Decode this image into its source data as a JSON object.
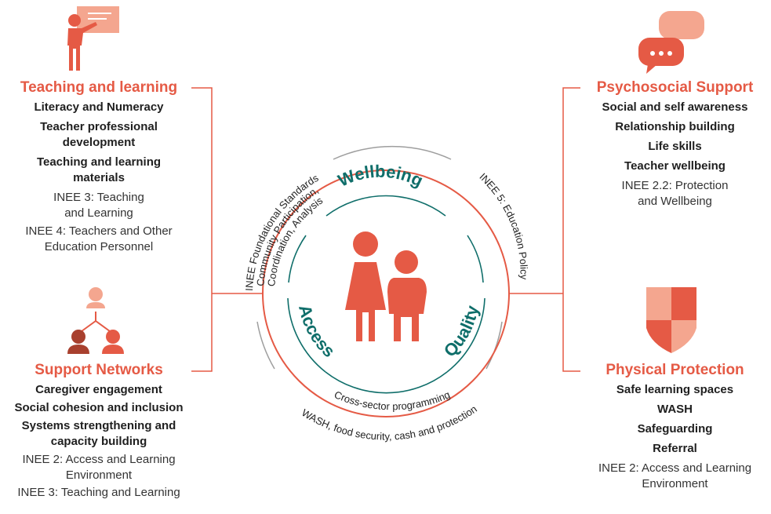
{
  "teaching": {
    "title": "Teaching and learning",
    "items": [
      "Literacy and Numeracy",
      "Teacher professional development",
      "Teaching and learning materials"
    ],
    "refs": [
      "INEE 3: Teaching and Learning",
      "INEE 4: Teachers and Other Education Personnel"
    ]
  },
  "support": {
    "title": "Support Networks",
    "items": [
      "Caregiver engagement",
      "Social cohesion and inclusion",
      "Systems strengthening and capacity building"
    ],
    "refs": [
      "INEE 2: Access and Learning Environment",
      "INEE 3: Teaching and Learning"
    ]
  },
  "psychosocial": {
    "title": "Psychosocial Support",
    "items": [
      "Social and self awareness",
      "Relationship building",
      "Life skills",
      "Teacher wellbeing"
    ],
    "refs": [
      "INEE 2.2: Protection and Wellbeing"
    ]
  },
  "physical": {
    "title": "Physical Protection",
    "items": [
      "Safe learning spaces",
      "WASH",
      "Safeguarding",
      "Referral"
    ],
    "refs": [
      "INEE 2: Access and Learning Environment"
    ]
  },
  "center": {
    "wellbeing": "Wellbeing",
    "access": "Access",
    "quality": "Quality",
    "left_arc": [
      "INEE Foundational Standards",
      "Community Participation,",
      "Coordination, Analysis"
    ],
    "right_arc": "INEE 5: Education Policy",
    "bottom_arc": [
      "Cross-sector programming",
      "WASH, food security, cash and protection"
    ]
  },
  "colors": {
    "accent": "#e55a45",
    "accent_light": "#f4a68f",
    "accent_dark": "#a8402e",
    "teal": "#0f6e6a",
    "grey": "#9e9e9e"
  },
  "icons": [
    "teacher-board-icon",
    "network-people-icon",
    "speech-bubbles-icon",
    "shield-icon",
    "two-people-icon"
  ]
}
